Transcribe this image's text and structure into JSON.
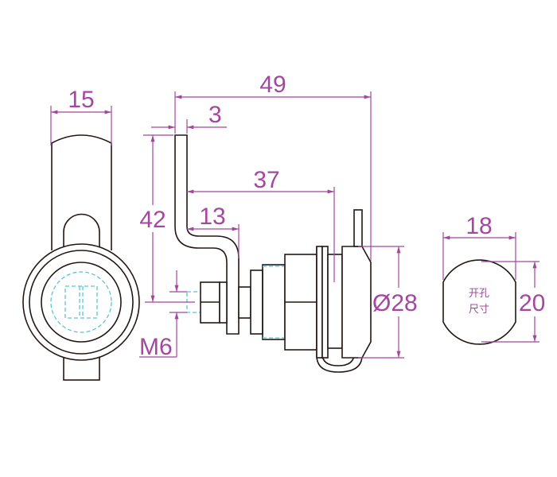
{
  "colors": {
    "dimension": "#a4479e",
    "hidden": "#5ec4d4",
    "outline": "#231815"
  },
  "dimensions": {
    "front_width": "15",
    "overall_length": "49",
    "cam_thickness": "3",
    "cam_offset": "37",
    "cam_bend": "13",
    "cam_height": "42",
    "thread": "M6",
    "flange_dia": "Ø28",
    "hole_width": "18",
    "hole_height": "20"
  },
  "cutout_label": {
    "line1": "开孔",
    "line2": "尺寸"
  }
}
